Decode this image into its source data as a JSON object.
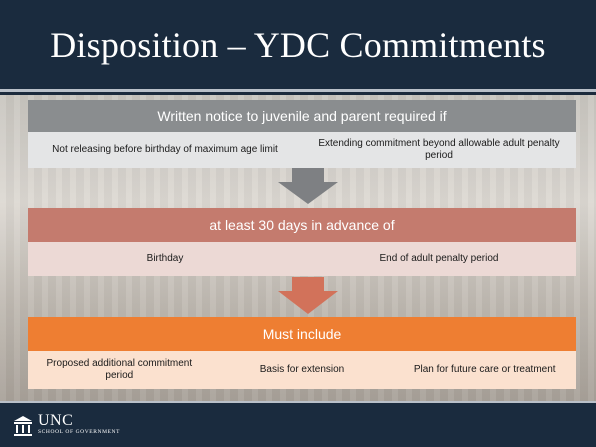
{
  "slide": {
    "title": "Disposition – YDC Commitments"
  },
  "steps": [
    {
      "header": "Written notice to juvenile and parent required if",
      "items": [
        "Not releasing before birthday of maximum age limit",
        "Extending commitment beyond allowable adult penalty period"
      ]
    },
    {
      "header": "at least 30 days in advance of",
      "items": [
        "Birthday",
        "End of adult penalty period"
      ]
    },
    {
      "header": "Must include",
      "items": [
        "Proposed additional commitment period",
        "Basis for extension",
        "Plan for future care or treatment"
      ]
    }
  ],
  "footer": {
    "logo_big": "UNC",
    "logo_small": "SCHOOL OF GOVERNMENT",
    "logo_icon": "old-well-icon"
  },
  "colors": {
    "header_bg": "#1a2b3e",
    "step1_header": "#8a8d8f",
    "step1_row": "#e4e5e6",
    "step2_header": "#c47b6e",
    "step2_row": "#ecd9d5",
    "step3_header": "#ee7e32",
    "step3_row": "#fbe1cf",
    "arrow1": "#7e8083",
    "arrow2": "#d2725a"
  }
}
